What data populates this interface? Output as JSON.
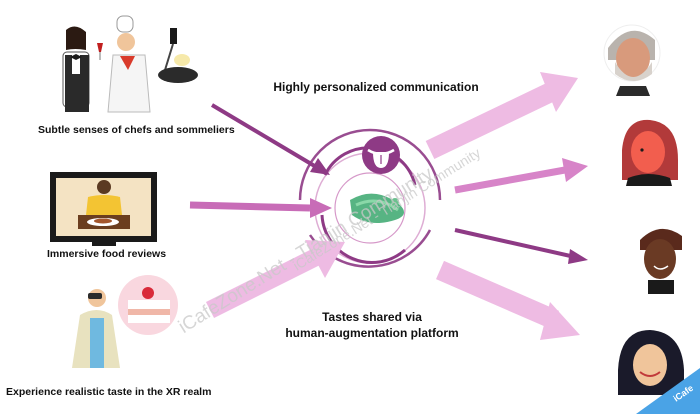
{
  "labels": {
    "chefs": "Subtle senses of chefs and sommeliers",
    "reviews": "Immersive food reviews",
    "xr": "Experience realistic taste in the XR realm",
    "top_center": "Highly personalized communication",
    "bottom_center_line1": "Tastes shared via",
    "bottom_center_line2": "human-augmentation platform"
  },
  "watermarks": {
    "line1": "iCafeZone.Net - Tianjin Community",
    "line2": "iCafeZone.Net - Tianjin Community"
  },
  "icons": {
    "center": "tongue-icon",
    "drink": "drink-swirl-icon"
  },
  "colors": {
    "arrow_dark": "#8e3a85",
    "arrow_light": "#eebbe3",
    "arrow_mid": "#c86cb7",
    "tongue_circle": "#8e3a85",
    "drink": "#3aa76d"
  }
}
